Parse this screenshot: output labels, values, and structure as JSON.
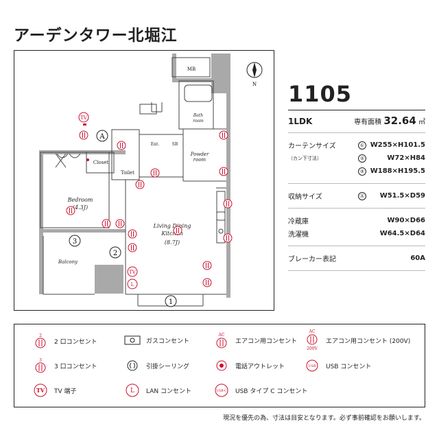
{
  "title": "アーデンタワー北堀江",
  "room": {
    "number": "1105",
    "type": "1LDK",
    "area_label": "専有面積",
    "area_value": "32.64",
    "area_unit": "㎡"
  },
  "curtain": {
    "label": "カーテンサイズ",
    "note": "（カン下寸法）",
    "items": [
      {
        "key": "①",
        "value": "W255×H101.5"
      },
      {
        "key": "②",
        "value": "W72×H84"
      },
      {
        "key": "③",
        "value": "W188×H195.5"
      }
    ]
  },
  "storage": {
    "label": "収納サイズ",
    "key": "Ⓐ",
    "value": "W51.5×D59"
  },
  "fridge": {
    "label": "冷蔵庫",
    "value": "W90×D66"
  },
  "washer": {
    "label": "洗濯機",
    "value": "W64.5×D64"
  },
  "breaker": {
    "label": "ブレーカー表記",
    "value": "60A"
  },
  "plan": {
    "mb": "MB",
    "bath": "Bath",
    "bath2": "room",
    "ent": "Ent.",
    "sb": "SB",
    "powder": "Powder",
    "powder2": "room",
    "toilet": "Toilet",
    "closet": "Closet",
    "bedroom": "Bedroom",
    "bedroom_size": "(4.3J)",
    "ldk1": "Living Dining",
    "ldk2": "Kitchen",
    "ldk_size": "(8.7J)",
    "balcony": "Balcony",
    "north": "N",
    "mark1": "1",
    "mark2": "2",
    "mark3": "3",
    "markA": "A",
    "tv": "TV",
    "lan": "L",
    "ac": "AC",
    "two": "2",
    "three": "3",
    "v200": "200V",
    "usb": "USB",
    "usbc": "USB-C"
  },
  "legend": {
    "outlet2": "2 口コンセント",
    "gas": "ガスコンセント",
    "ac": "エアコン用コンセント",
    "ac200": "エアコン用コンセント (200V)",
    "outlet3": "3 口コンセント",
    "ceiling": "引掛シーリング",
    "phone": "電話アウトレット",
    "usb": "USB コンセント",
    "tv": "TV 端子",
    "lan": "LAN コンセント",
    "usbc": "USB タイプ C コンセント"
  },
  "footer": "現況を優先の為、寸法は目安となります。必ず事前確認をお願いします。",
  "colors": {
    "accent": "#c8102e",
    "wall": "#a9a9a9"
  }
}
